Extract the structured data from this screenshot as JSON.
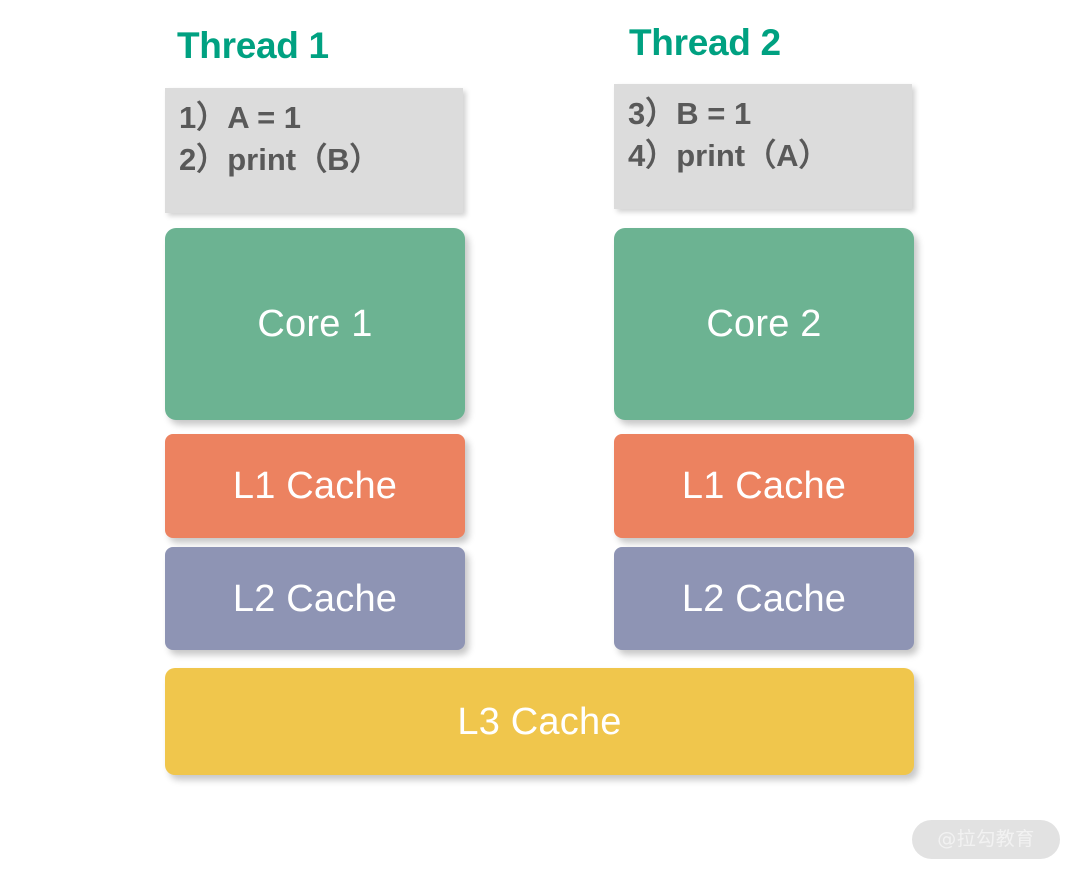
{
  "diagram": {
    "title_thread_1": "Thread 1",
    "title_thread_2": "Thread 2",
    "colors": {
      "thread_title": "#00A181",
      "code_box_bg": "#DCDCDC",
      "code_text": "#595959",
      "core": "#6CB392",
      "l1_cache": "#EC8260",
      "l2_cache": "#8E94B4",
      "l3_cache": "#F0C64C",
      "block_label": "#FFFFFF",
      "background": "#FFFFFF",
      "watermark_pill": "#E2E2E2",
      "watermark_text": "#F2F2F2"
    }
  },
  "thread1": {
    "title": "Thread 1",
    "code": [
      "1）A = 1",
      "2）print（B）"
    ],
    "core_label": "Core 1",
    "l1_label": "L1 Cache",
    "l2_label": "L2 Cache"
  },
  "thread2": {
    "title": "Thread 2",
    "code": [
      "3）B = 1",
      "4）print（A）"
    ],
    "core_label": "Core 2",
    "l1_label": "L1 Cache",
    "l2_label": "L2 Cache"
  },
  "shared": {
    "l3_label": "L3 Cache"
  },
  "watermark": {
    "text": "@拉勾教育"
  }
}
